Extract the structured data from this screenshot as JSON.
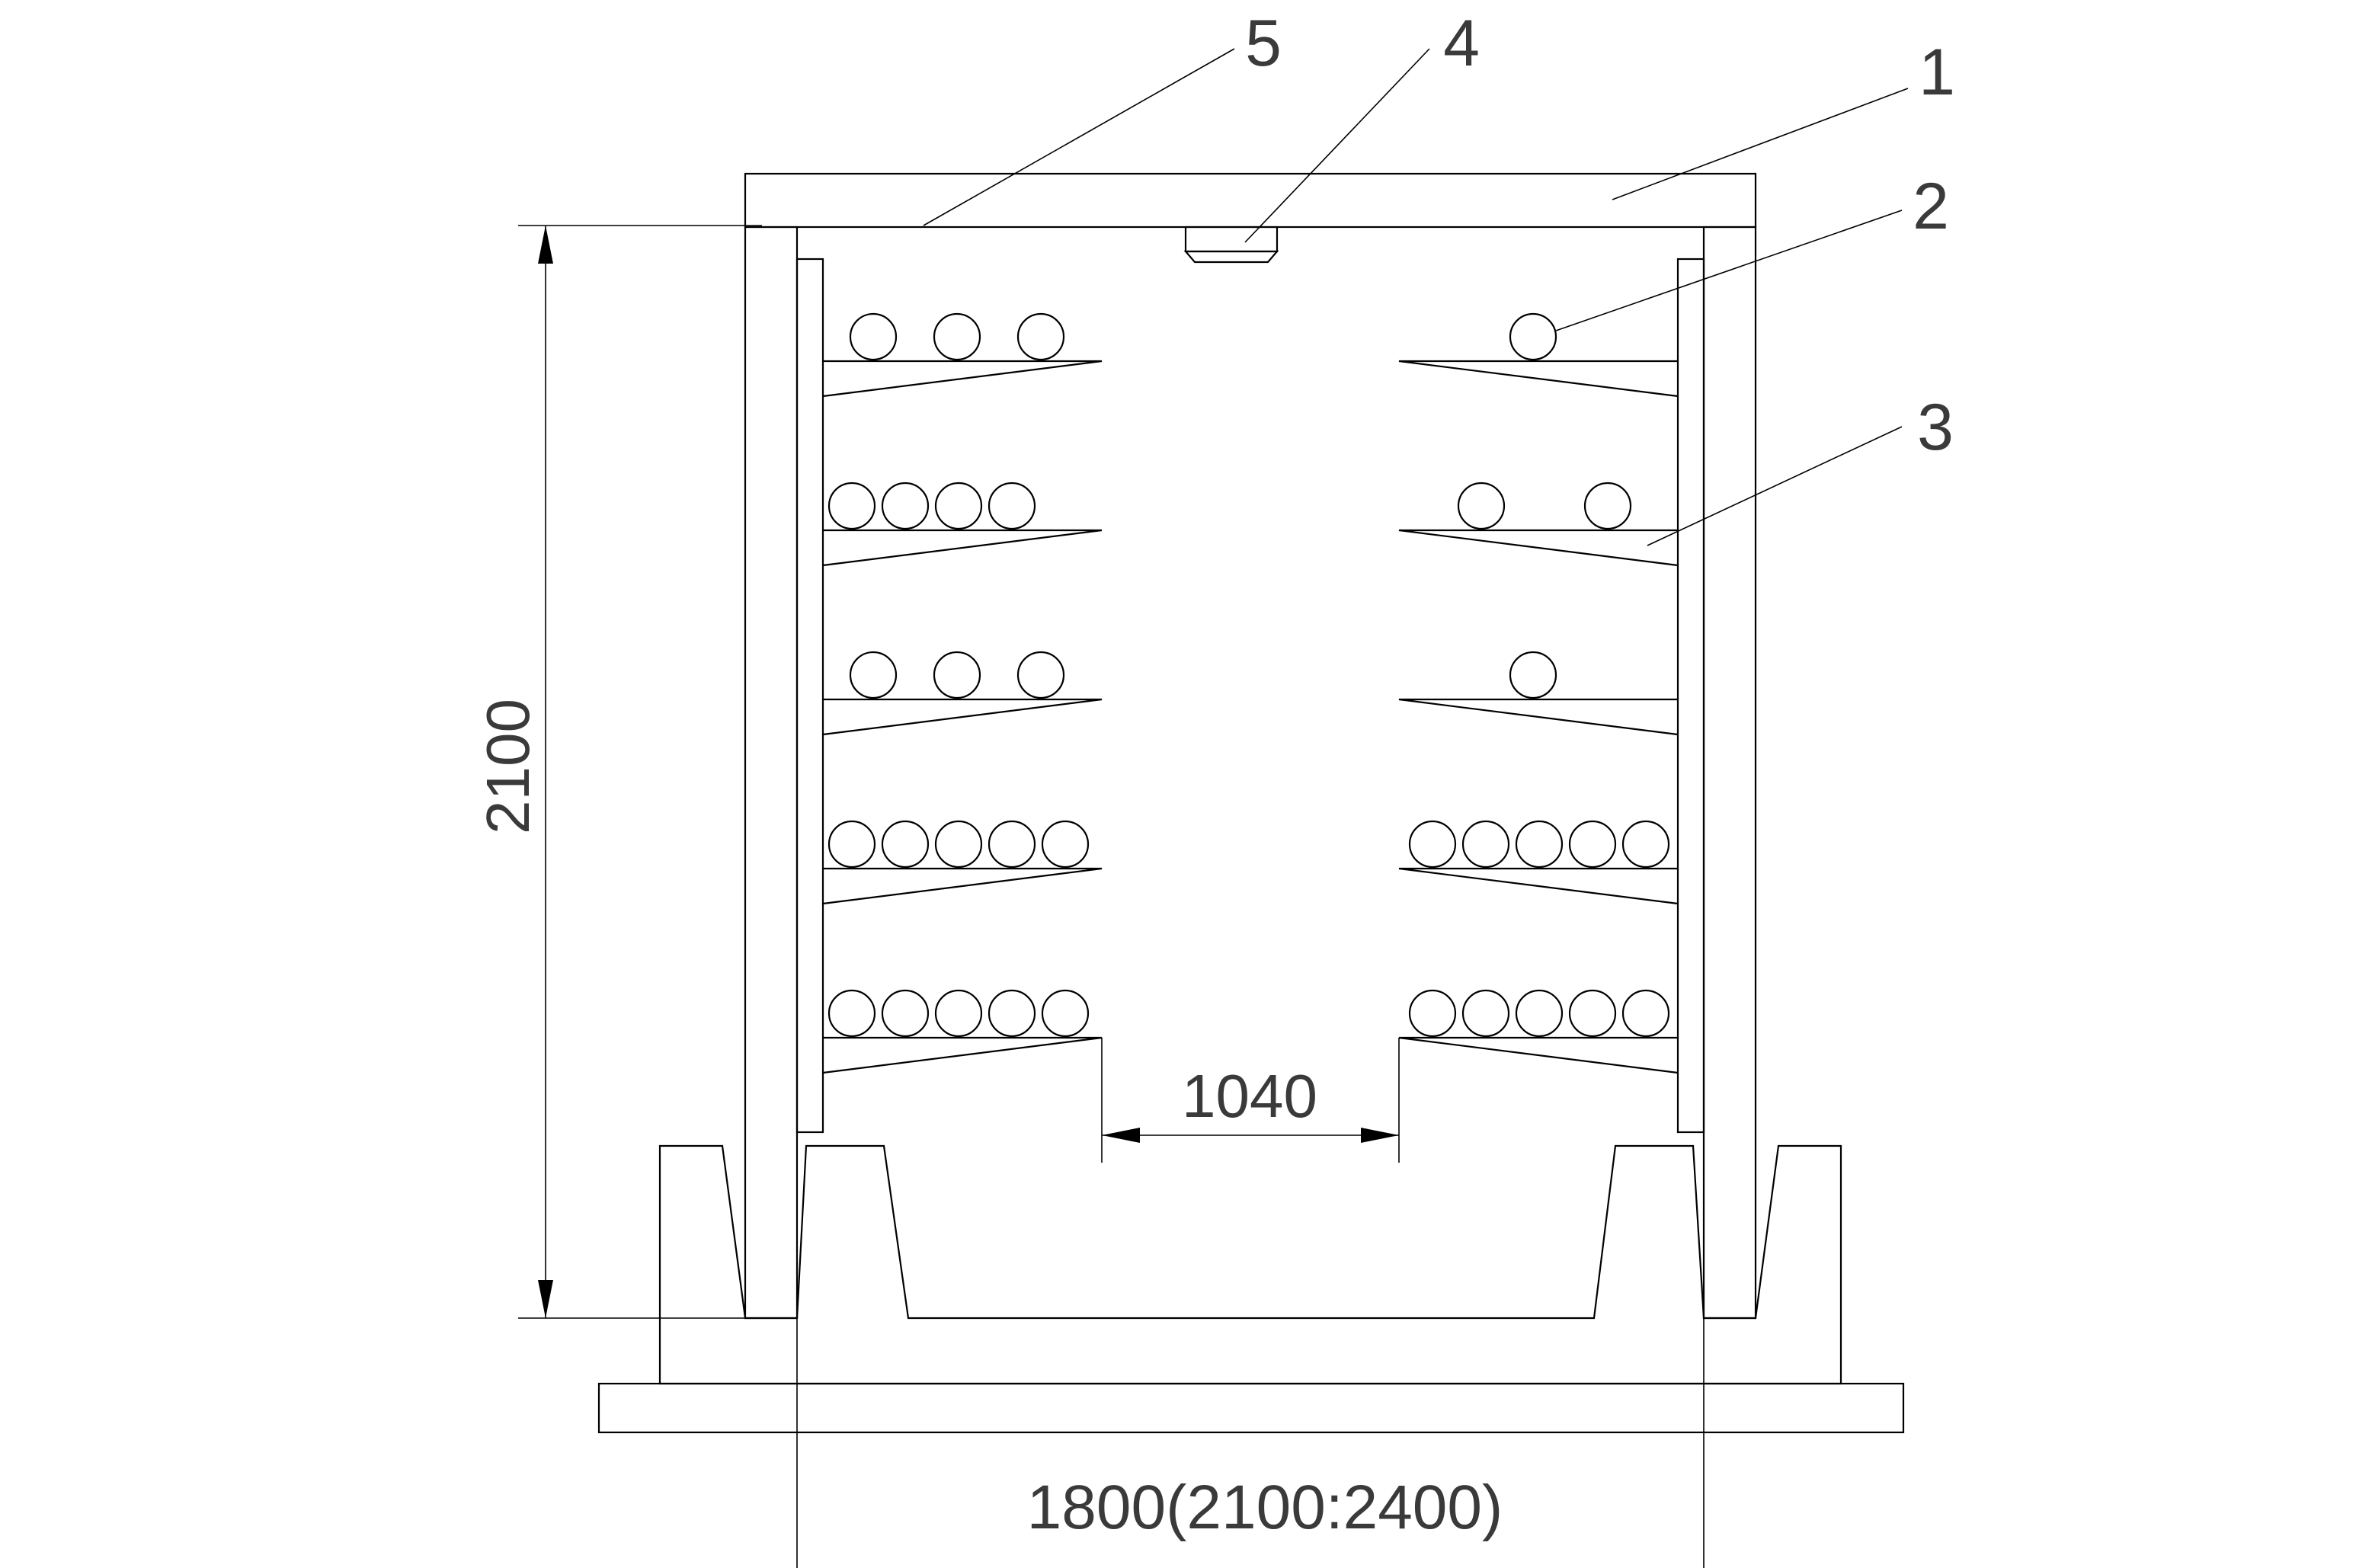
{
  "callouts": {
    "c1": "1",
    "c2": "2",
    "c3": "3",
    "c4": "4",
    "c5": "5"
  },
  "dimensions": {
    "height": "2100",
    "aisle_width": "1040",
    "width": "1800(2100:2400)"
  },
  "shelves": {
    "left_ball_counts": [
      3,
      4,
      3,
      5,
      5
    ],
    "right_ball_counts": [
      1,
      2,
      1,
      5,
      5
    ]
  },
  "colors": {
    "line": "#000000",
    "text": "#3a3a3a",
    "background": "#ffffff"
  }
}
